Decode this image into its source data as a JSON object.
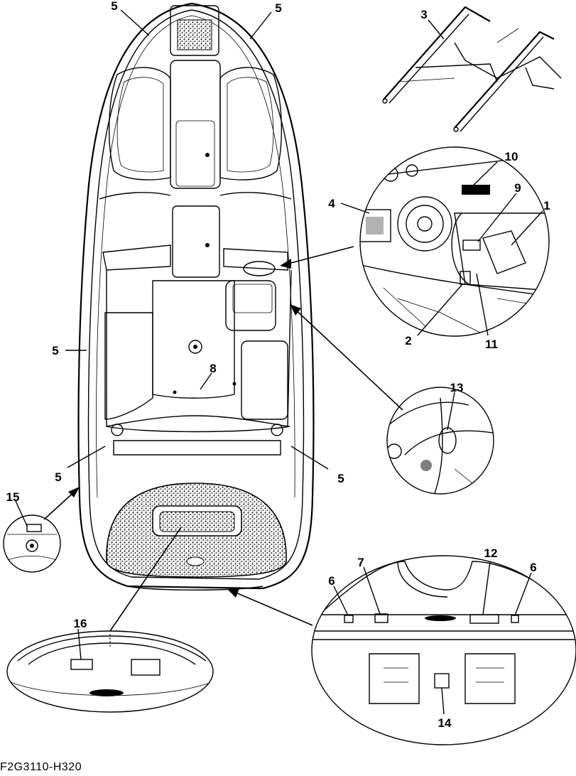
{
  "figure_code": "F2G3110-H320",
  "callouts": {
    "c1": "1",
    "c2": "2",
    "c3": "3",
    "c4": "4",
    "c5_top_left": "5",
    "c5_top_right": "5",
    "c5_left": "5",
    "c5_lower_left": "5",
    "c5_lower_right": "5",
    "c6_left": "6",
    "c6_right": "6",
    "c7": "7",
    "c8": "8",
    "c9": "9",
    "c10": "10",
    "c11": "11",
    "c12": "12",
    "c13": "13",
    "c14": "14",
    "c15": "15",
    "c16": "16"
  }
}
